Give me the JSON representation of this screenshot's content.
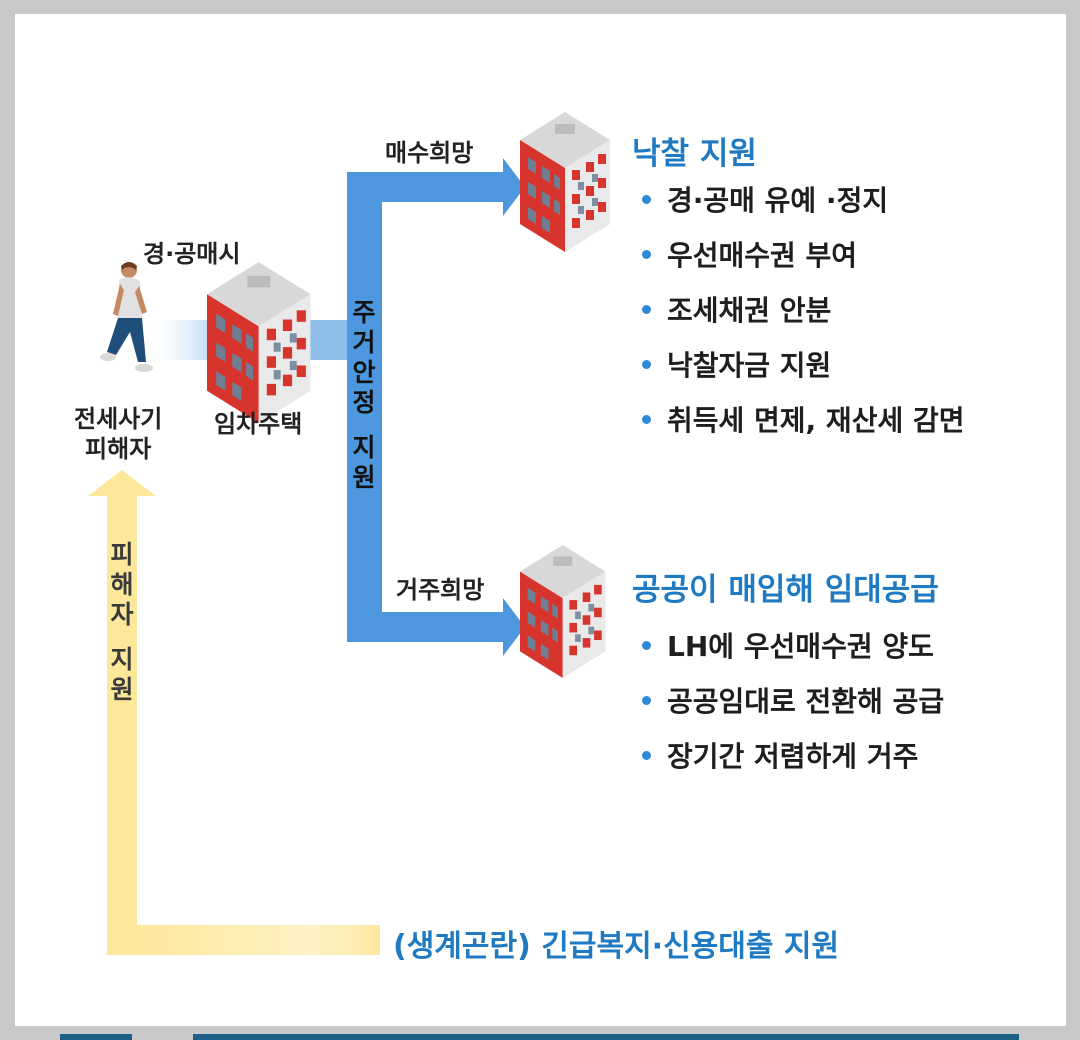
{
  "diagram": {
    "left": {
      "situation_label": "경·공매시",
      "victim_label": "전세사기\n피해자",
      "house_label": "임차주택"
    },
    "main_flow": {
      "vertical_label_chars": [
        "주",
        "거",
        "안",
        "정",
        "",
        "지",
        "원"
      ],
      "upper_branch_label": "매수희망",
      "lower_branch_label": "거주희망"
    },
    "upper_result": {
      "title": "낙찰 지원",
      "items": [
        "경·공매 유예 ·정지",
        "우선매수권 부여",
        "조세채권 안분",
        "낙찰자금 지원",
        "취득세 면제, 재산세 감면"
      ]
    },
    "lower_result": {
      "title": "공공이 매입해 임대공급",
      "items": [
        "LH에 우선매수권 양도",
        "공공임대로 전환해 공급",
        "장기간 저렴하게 거주"
      ]
    },
    "victim_support": {
      "vertical_label_chars": [
        "피",
        "해",
        "자",
        "",
        "지",
        "원"
      ],
      "bottom_label": "(생계곤란) 긴급복지·신용대출 지원"
    },
    "colors": {
      "accent_blue": "#1f7ac2",
      "flow_blue": "#4c97dd",
      "support_yellow": "#fde79a",
      "building_red": "#d5332c"
    }
  }
}
